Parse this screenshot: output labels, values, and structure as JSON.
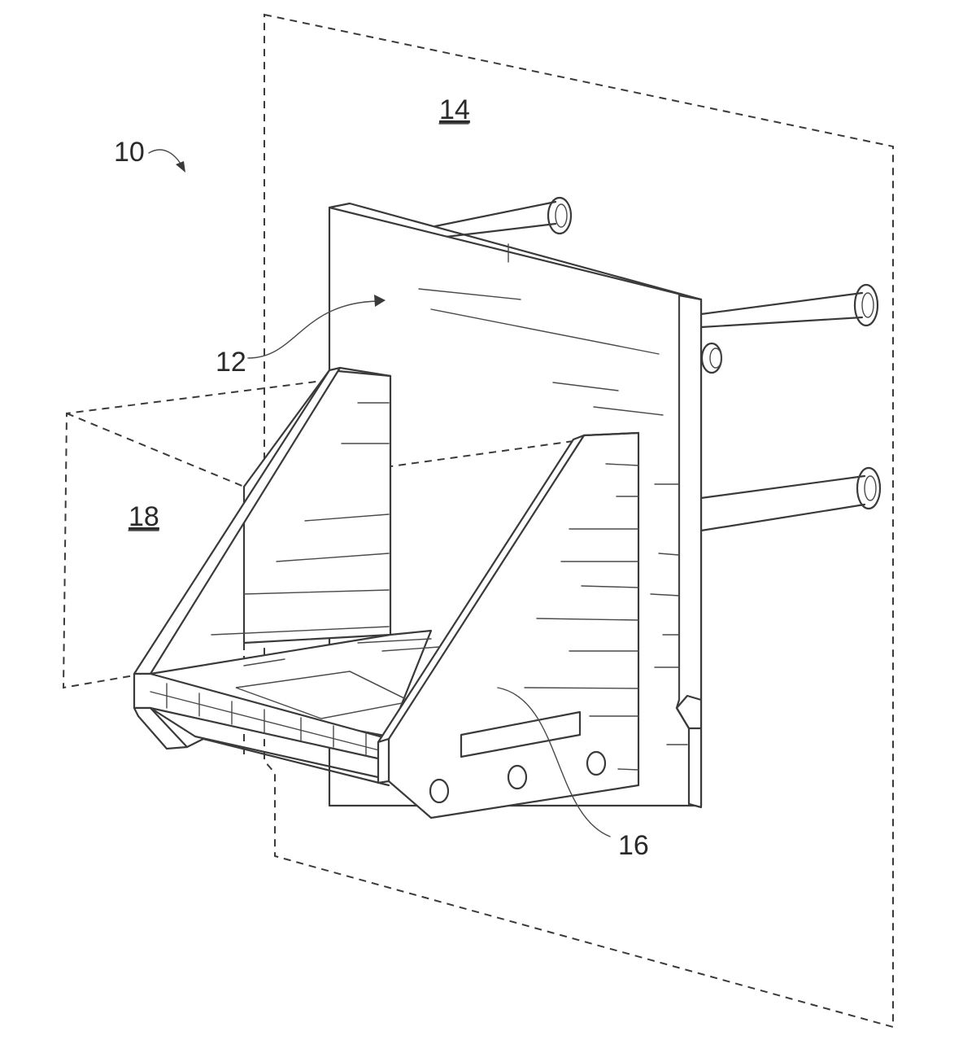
{
  "labels": {
    "assembly": "10",
    "mount_plate": "12",
    "wall_plane": "14",
    "bracket": "16",
    "cradle_space": "18"
  }
}
